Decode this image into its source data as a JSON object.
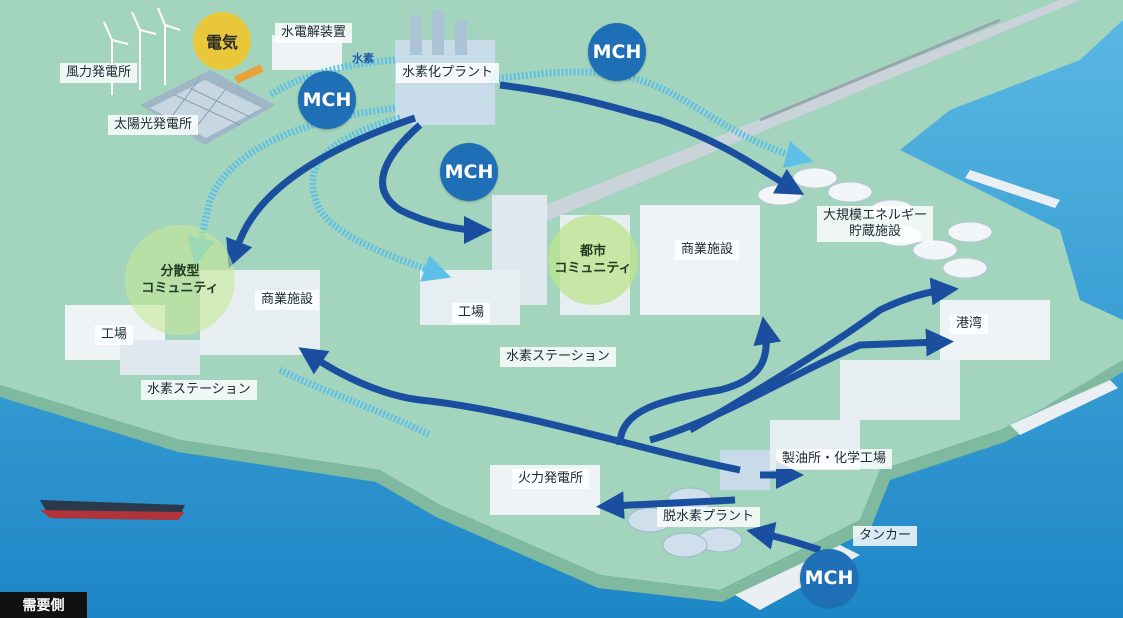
{
  "colors": {
    "sea": "#3aa6d8",
    "land": "#a3d4bd",
    "flow_dark": "#1a4fa0",
    "flow_light": "#5ec0e6",
    "mch": "#1e6fb5",
    "electricity": "#e8c83a"
  },
  "supply": {
    "electricity": "電気",
    "hydrogen_flow": "水素",
    "wind": "風力発電所",
    "solar": "太陽光発電所",
    "electrolyzer": "水電解装置",
    "hydrogenation_plant": "水素化プラント"
  },
  "mch_badges": [
    "MCH",
    "MCH",
    "MCH",
    "MCH"
  ],
  "distributed": {
    "title": "分散型\nコミュニティ",
    "commercial": "商業施設",
    "factory": "工場",
    "station": "水素ステーション"
  },
  "urban": {
    "title": "都市\nコミュニティ",
    "commercial": "商業施設",
    "factory": "工場",
    "station": "水素ステーション"
  },
  "port_area": {
    "storage": "大規模エネルギー\n貯蔵施設",
    "harbor": "港湾",
    "refinery": "製油所・化学工場",
    "thermal_power": "火力発電所",
    "dehydrogenation": "脱水素プラント",
    "tanker": "タンカー"
  },
  "footer": {
    "label": "需要側"
  }
}
